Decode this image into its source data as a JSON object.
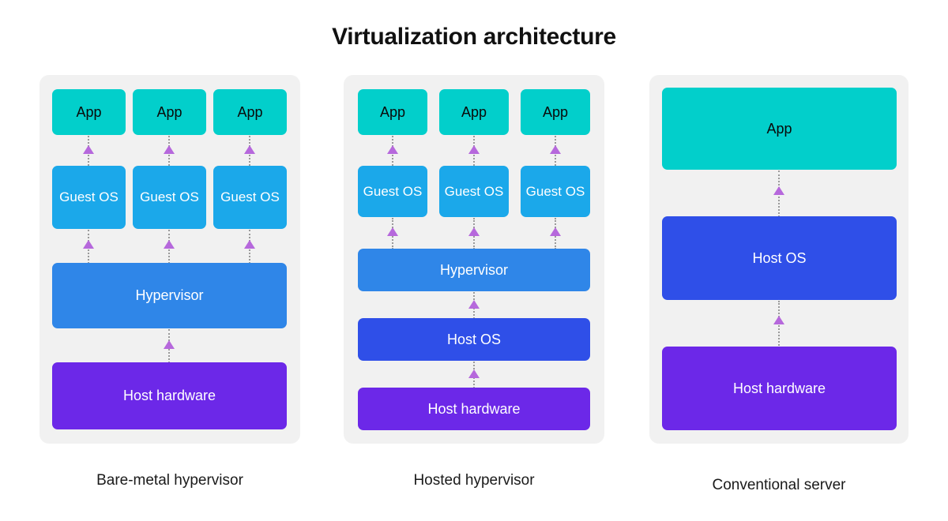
{
  "title": "Virtualization architecture",
  "colors": {
    "page_background": "#FFFFFF",
    "panel_background": "#F1F1F1",
    "app": "#02CFCB",
    "guest_os": "#1BA8EA",
    "hypervisor": "#2F86E8",
    "host_os": "#2F4FE8",
    "host_hardware": "#6C28E8",
    "arrow_head": "#B668DC",
    "arrow_line": "#9A9A9A",
    "title_text": "#111111",
    "caption_text": "#1A1A1A"
  },
  "panels": [
    {
      "id": "bare-metal",
      "caption": "Bare-metal hypervisor",
      "apps": [
        "App",
        "App",
        "App"
      ],
      "guest_os": [
        "Guest OS",
        "Guest OS",
        "Guest OS"
      ],
      "layers": [
        {
          "label": "Hypervisor",
          "kind": "hypervisor"
        },
        {
          "label": "Host hardware",
          "kind": "host-hw"
        }
      ]
    },
    {
      "id": "hosted",
      "caption": "Hosted hypervisor",
      "apps": [
        "App",
        "App",
        "App"
      ],
      "guest_os": [
        "Guest OS",
        "Guest OS",
        "Guest OS"
      ],
      "layers": [
        {
          "label": "Hypervisor",
          "kind": "hypervisor"
        },
        {
          "label": "Host OS",
          "kind": "host-os"
        },
        {
          "label": "Host hardware",
          "kind": "host-hw"
        }
      ]
    },
    {
      "id": "conventional",
      "caption": "Conventional server",
      "apps": [
        "App"
      ],
      "guest_os": [],
      "layers": [
        {
          "label": "Host OS",
          "kind": "host-os"
        },
        {
          "label": "Host hardware",
          "kind": "host-hw"
        }
      ]
    }
  ],
  "arrow_icon_name": "up-arrow-dotted-icon"
}
